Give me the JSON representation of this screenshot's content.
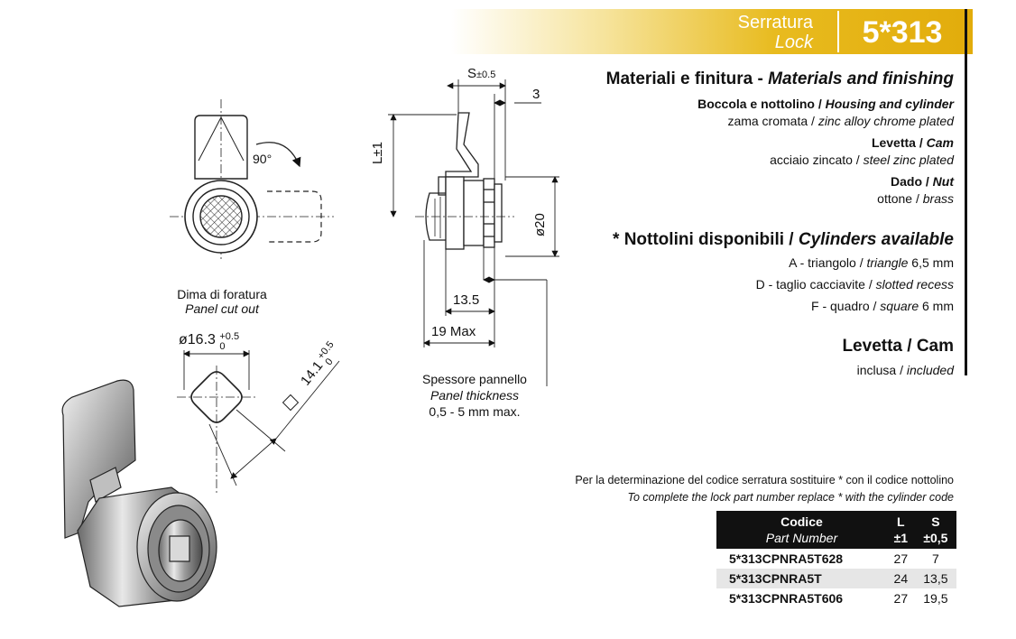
{
  "header": {
    "title_it": "Serratura",
    "title_en": "Lock",
    "code": "5*313"
  },
  "materials": {
    "heading_it": "Materiali e finitura - ",
    "heading_en": "Materials and finishing",
    "items": [
      {
        "part_it": "Boccola e nottolino / ",
        "part_en": "Housing and cylinder",
        "mat_it": "zama cromata / ",
        "mat_en": "zinc alloy chrome plated"
      },
      {
        "part_it": "Levetta / ",
        "part_en": "Cam",
        "mat_it": "acciaio zincato / ",
        "mat_en": "steel zinc plated"
      },
      {
        "part_it": "Dado / ",
        "part_en": "Nut",
        "mat_it": "ottone / ",
        "mat_en": "brass"
      }
    ]
  },
  "cylinders": {
    "heading_it": "* Nottolini disponibili / ",
    "heading_en": "Cylinders available",
    "items": [
      {
        "pre": "A - triangolo / ",
        "en": "triangle",
        "post": " 6,5 mm"
      },
      {
        "pre": "D - taglio cacciavite / ",
        "en": "slotted recess",
        "post": ""
      },
      {
        "pre": "F - quadro / ",
        "en": "square",
        "post": " 6 mm"
      }
    ]
  },
  "cam": {
    "heading": "Levetta / Cam",
    "text_it": "inclusa / ",
    "text_en": "included"
  },
  "drawing": {
    "rotation": "90°",
    "cutout_it": "Dima di foratura",
    "cutout_en": "Panel cut out",
    "dia": "ø16.3",
    "dia_tol_up": "+0.5",
    "dia_tol_dn": "0",
    "flat": "14.1",
    "flat_tol_up": "+0.5",
    "flat_tol_dn": "0",
    "s_label": "S",
    "s_tol": "±0.5",
    "dim3": "3",
    "l_label": "L±1",
    "d20": "ø20",
    "dim135": "13.5",
    "dim19": "19  Max",
    "panel_it": "Spessore pannello",
    "panel_en": "Panel thickness",
    "panel_range": "0,5 - 5 mm max."
  },
  "note": {
    "it": "Per la determinazione del codice serratura sostituire  *  con il codice nottolino",
    "en": "To complete the lock part number replace * with the cylinder code"
  },
  "table": {
    "headers": {
      "code": "Codice",
      "code_en": "Part Number",
      "l": "L",
      "l_tol": "±1",
      "s": "S",
      "s_tol": "±0,5"
    },
    "rows": [
      {
        "code": "5*313CPNRA5T628",
        "l": "27",
        "s": "7"
      },
      {
        "code": "5*313CPNRA5T",
        "l": "24",
        "s": "13,5"
      },
      {
        "code": "5*313CPNRA5T606",
        "l": "27",
        "s": "19,5"
      }
    ]
  }
}
